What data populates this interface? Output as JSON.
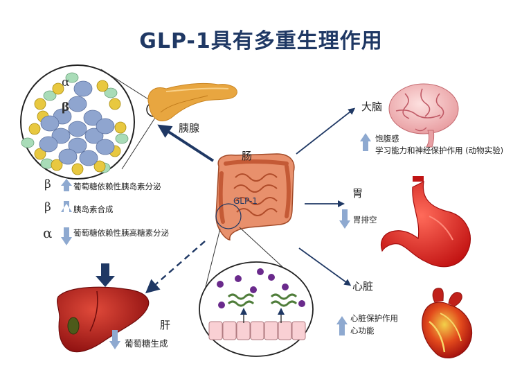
{
  "title": "GLP-1具有多重生理作用",
  "organs": {
    "pancreas": "胰腺",
    "intestine": "肠",
    "brain": "大脑",
    "stomach": "胃",
    "heart": "心脏",
    "liver": "肝"
  },
  "hormone": "GLP-1",
  "islet_cells": {
    "alpha": "α",
    "beta": "β"
  },
  "pancreas_effects": [
    {
      "cell": "β",
      "direction": "up",
      "text": "葡萄糖依赖性胰岛素分泌"
    },
    {
      "cell": "β",
      "direction": "up",
      "text": "胰岛素合成"
    },
    {
      "cell": "α",
      "direction": "down",
      "text": "葡萄糖依赖性胰高糖素分泌"
    }
  ],
  "brain_effects": [
    {
      "direction": "up",
      "text": "饱腹感"
    },
    {
      "direction": "up",
      "text": "学习能力和神经保护作用 (动物实验)"
    }
  ],
  "stomach_effects": [
    {
      "direction": "down",
      "text": "胃排空"
    }
  ],
  "heart_effects": [
    {
      "direction": "up",
      "text": "心脏保护作用"
    },
    {
      "direction": "up",
      "text": "心功能"
    }
  ],
  "liver_effects": [
    {
      "direction": "down",
      "text": "葡萄糖生成"
    }
  ],
  "colors": {
    "title": "#1f3864",
    "arrow": "#1f3864",
    "effect_arrow": "#8ea9d0",
    "beta_cell": "#8fa5cf",
    "alpha_cell": "#e8c840",
    "delta_cell": "#a9dcb8",
    "organ_red": "#d42020",
    "liver": "#b51a1a",
    "pancreas": "#e8a640",
    "epithelium": "#f9d0d4",
    "glp1_dot": "#6a2a8c",
    "receptor": "#4f7d3a"
  }
}
